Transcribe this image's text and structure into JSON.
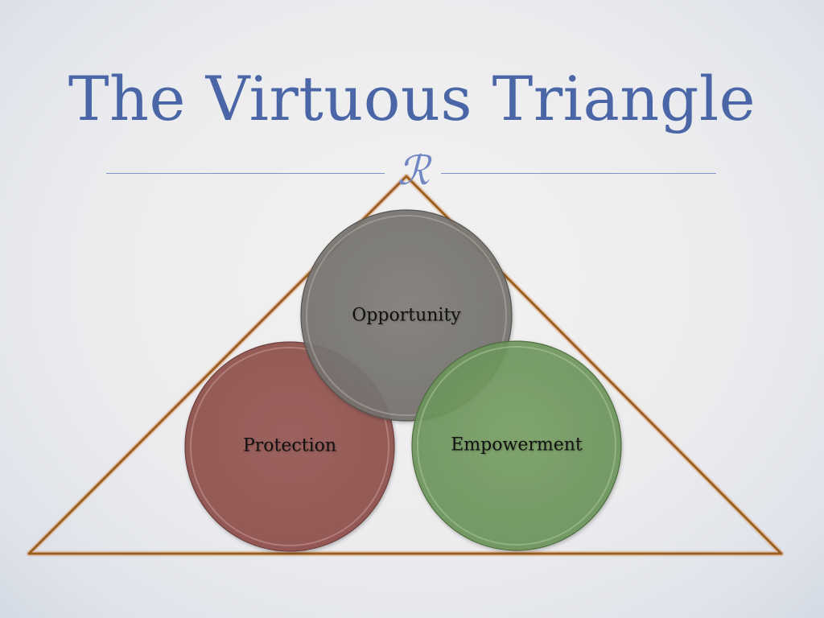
{
  "slide": {
    "title": "The Virtuous Triangle",
    "ornament_glyph": "ℛ",
    "ornament_icon": "fleuron-icon",
    "colors": {
      "title": "#4a66a6",
      "rule": "#7e94c8",
      "triangle_stroke": "#9c5f1e",
      "circle_top": "#7a7773",
      "circle_left": "#985e5a",
      "circle_right": "#739a60"
    }
  },
  "diagram": {
    "shape": "triangle",
    "circles": [
      {
        "id": "top",
        "label": "Opportunity"
      },
      {
        "id": "left",
        "label": "Protection"
      },
      {
        "id": "right",
        "label": "Empowerment"
      }
    ]
  }
}
